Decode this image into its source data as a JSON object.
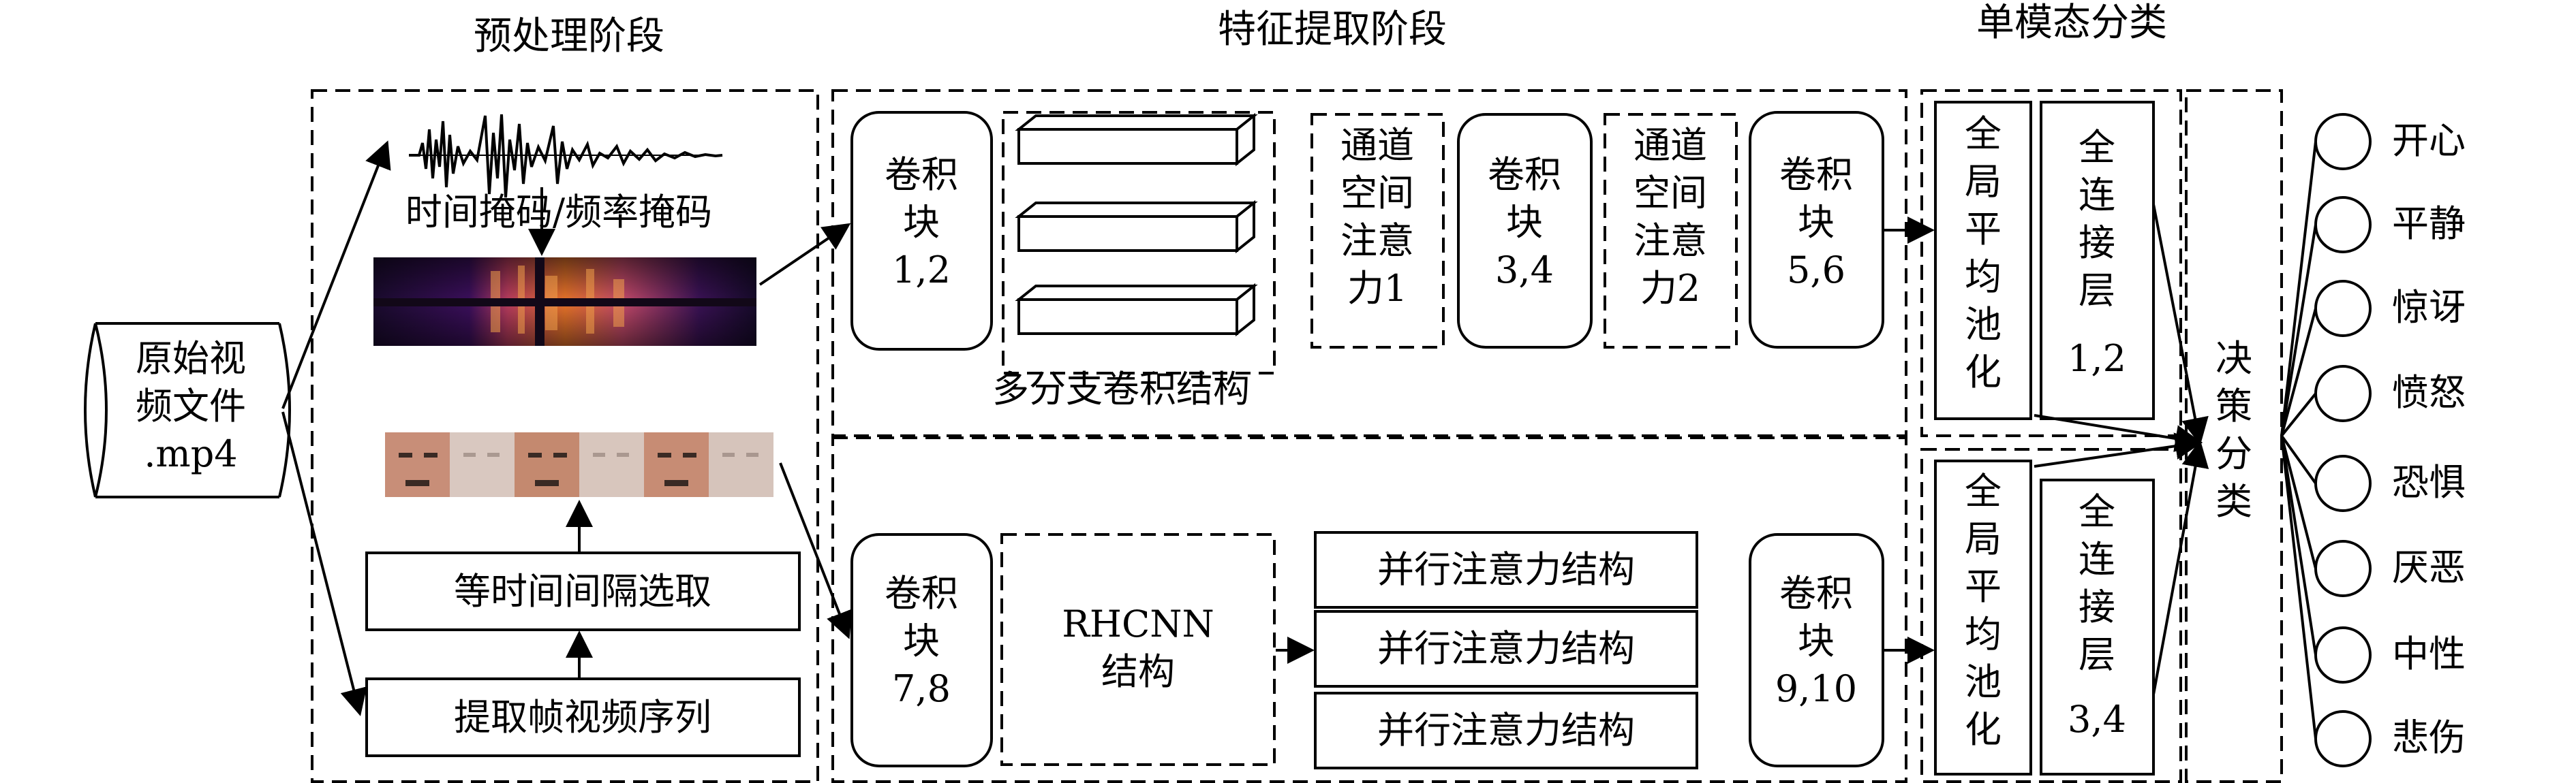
{
  "stages": {
    "preprocess": "预处理阶段",
    "feature": "特征提取阶段",
    "unimodal": "单模态分类"
  },
  "input": {
    "lines": [
      "原始视",
      "频文件",
      ".mp4"
    ]
  },
  "audio": {
    "mask_label": "时间掩码/频率掩码"
  },
  "video": {
    "select_label": "等时间间隔选取",
    "extract_label": "提取帧视频序列"
  },
  "audio_branch": {
    "conv12": [
      "卷积",
      "块",
      "1,2"
    ],
    "multibranch_label": "多分支卷积结构",
    "attn1": [
      "通道",
      "空间",
      "注意",
      "力1"
    ],
    "conv34": [
      "卷积",
      "块",
      "3,4"
    ],
    "attn2": [
      "通道",
      "空间",
      "注意",
      "力2"
    ],
    "conv56": [
      "卷积",
      "块",
      "5,6"
    ],
    "gap": [
      "全",
      "局",
      "平",
      "均",
      "池",
      "化"
    ],
    "fc": [
      "全",
      "连",
      "接",
      "层",
      "1,2"
    ]
  },
  "video_branch": {
    "conv78": [
      "卷积",
      "块",
      "7,8"
    ],
    "rhcnn": [
      "RHCNN",
      "结构"
    ],
    "parallel": [
      "并行注意力结构",
      "并行注意力结构",
      "并行注意力结构"
    ],
    "conv910": [
      "卷积",
      "块",
      "9,10"
    ],
    "gap": [
      "全",
      "局",
      "平",
      "均",
      "池",
      "化"
    ],
    "fc": [
      "全",
      "连",
      "接",
      "层",
      "3,4"
    ]
  },
  "decision": [
    "决",
    "策",
    "分",
    "类"
  ],
  "emotions": [
    "开心",
    "平静",
    "惊讶",
    "愤怒",
    "恐惧",
    "厌恶",
    "中性",
    "悲伤"
  ]
}
